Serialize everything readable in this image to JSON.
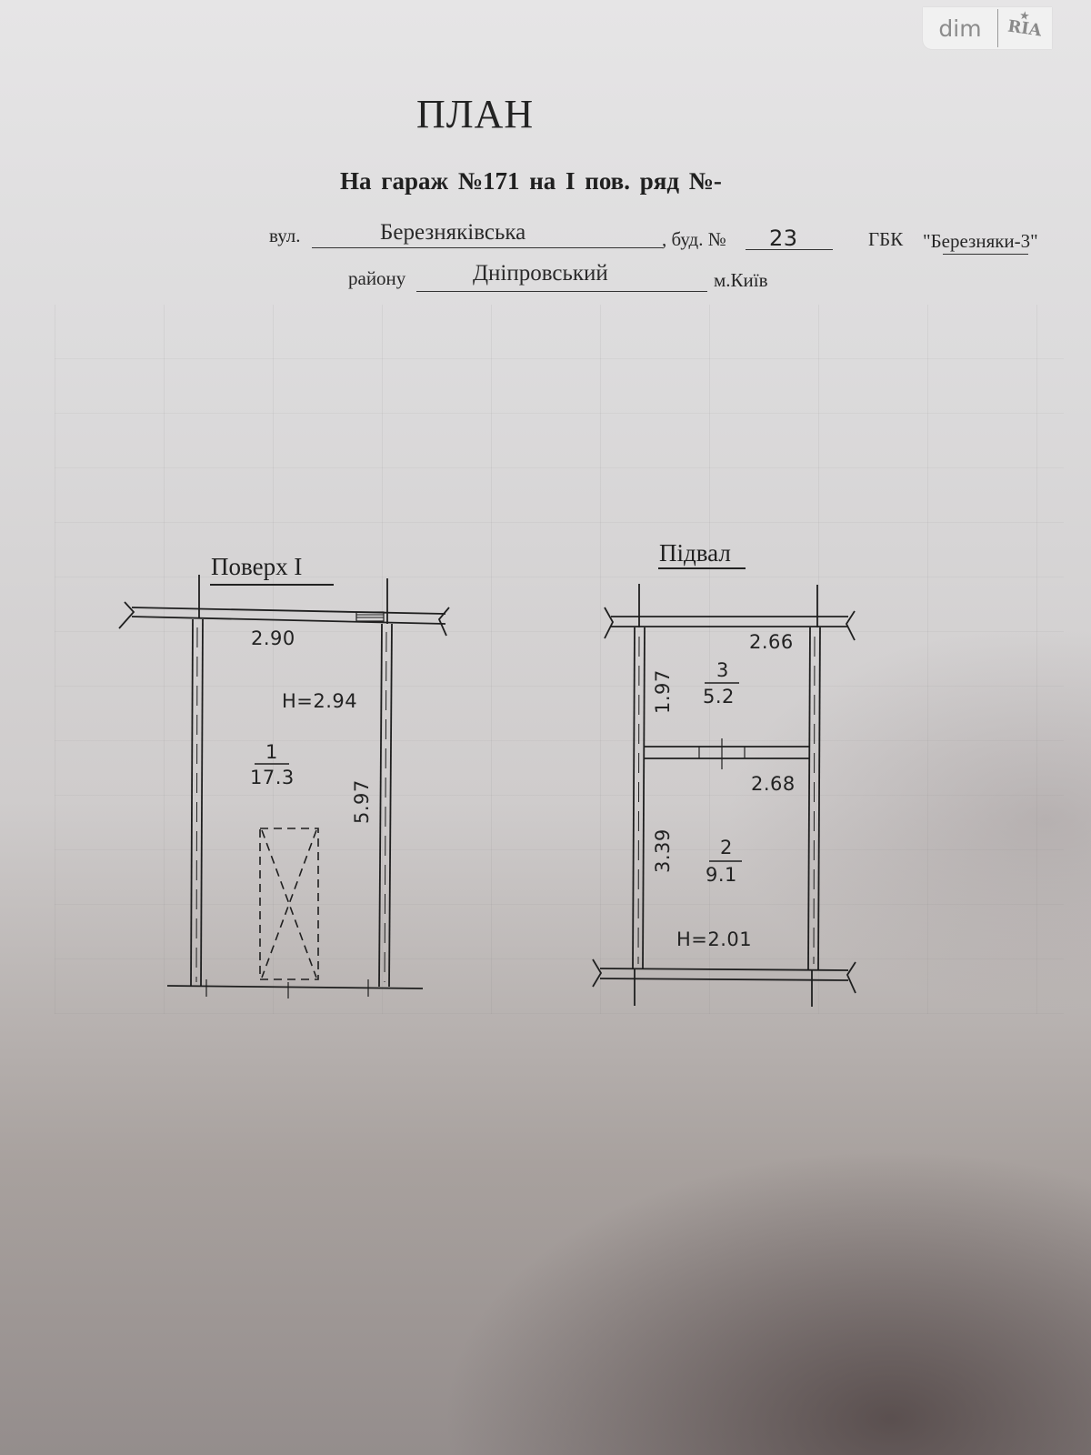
{
  "watermark": {
    "brand_left": "dim",
    "brand_right": "RIA"
  },
  "header": {
    "title": "ПЛАН",
    "subtitle": "На гараж №171 на  І   пов.  ряд №-",
    "street_label": "вул.",
    "street_value": "Березняківська",
    "building_label": ", буд. №",
    "building_value": "23",
    "cooperative_label": "ГБК",
    "cooperative_value": "\"Березняки-3\"",
    "district_label": "району",
    "district_value": "Дніпровський",
    "city": "м.Київ"
  },
  "floor1": {
    "label": "Поверх І",
    "width_dim": "2.90",
    "height_label": "H=2.94",
    "room_number": "1",
    "room_area": "17.3",
    "length_dim": "5.97",
    "pit_marker": "inspection-pit"
  },
  "basement": {
    "label": "Підвал",
    "room3": {
      "number": "3",
      "area": "5.2",
      "width_dim": "2.66",
      "length_dim": "1.97"
    },
    "room2": {
      "number": "2",
      "area": "9.1",
      "width_dim": "2.68",
      "length_dim": "3.39",
      "height_label": "H=2.01"
    }
  },
  "colors": {
    "paper": "#e2e1e2",
    "ink": "#1f1f1f",
    "shadow": "#5e5655"
  }
}
